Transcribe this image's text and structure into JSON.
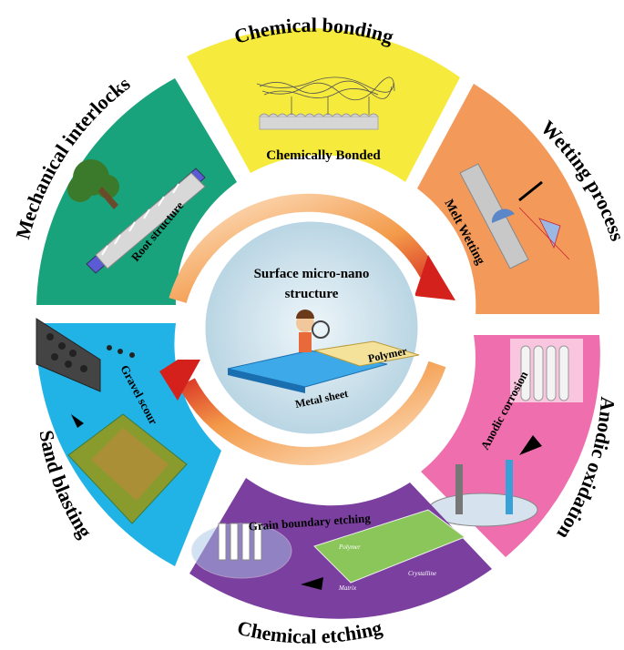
{
  "diagram": {
    "center": {
      "title_line1": "Surface micro-nano",
      "title_line2": "structure",
      "polymer_label": "Polymer",
      "metal_label": "Metal sheet"
    },
    "segments": [
      {
        "id": "chemical-bonding",
        "title": "Chemical bonding",
        "caption": "Chemically Bonded",
        "color": "#f6ea3c"
      },
      {
        "id": "wetting-process",
        "title": "Wetting process",
        "caption": "Melt Wetting",
        "color": "#f39a5a"
      },
      {
        "id": "anodic-oxidation",
        "title": "Anodic oxidation",
        "caption": "Anodic corrosion",
        "color": "#ef6fae"
      },
      {
        "id": "chemical-etching",
        "title": "Chemical etching",
        "caption": "Grain boundary etching",
        "color": "#7b3fa0",
        "micro_labels": [
          "Polymer",
          "Crystalline",
          "Matrix"
        ]
      },
      {
        "id": "sand-blasting",
        "title": "Sand blasting",
        "caption": "Gravel scour",
        "color": "#21b3e6"
      },
      {
        "id": "mechanical-interlocks",
        "title": "Mechanical interlocks",
        "caption": "Root structure",
        "color": "#19a37d"
      }
    ]
  }
}
